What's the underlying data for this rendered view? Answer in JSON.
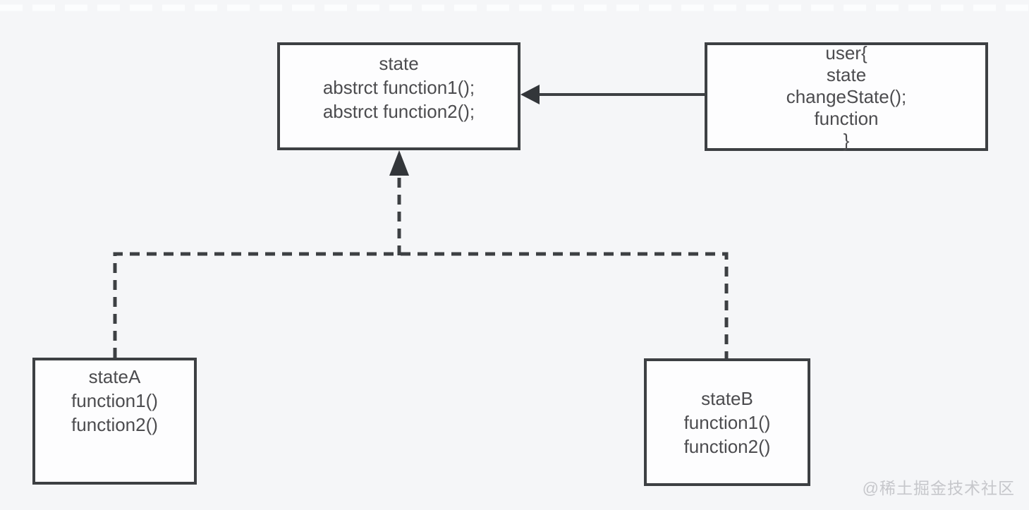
{
  "diagram": {
    "description": "state design pattern class diagram",
    "colors": {
      "background": "#f5f6f8",
      "box_fill": "#fdfdfe",
      "line": "#3d4043",
      "text": "#4c4c4f",
      "watermark": "#c6c7cb"
    },
    "nodes": {
      "state": {
        "lines": [
          "state",
          "abstrct function1();",
          "abstrct function2();"
        ]
      },
      "user": {
        "lines": [
          "user{",
          "state",
          "changeState();",
          "function",
          "}"
        ]
      },
      "stateA": {
        "lines": [
          "stateA",
          "function1()",
          "function2()"
        ]
      },
      "stateB": {
        "lines": [
          "stateB",
          "function1()",
          "function2()"
        ]
      }
    },
    "connectors": [
      {
        "name": "user-to-state-arrow",
        "style": "solid",
        "direction": "right-to-left"
      },
      {
        "name": "children-to-state-arrow",
        "style": "dashed",
        "direction": "up"
      }
    ],
    "watermark": "@稀土掘金技术社区"
  }
}
